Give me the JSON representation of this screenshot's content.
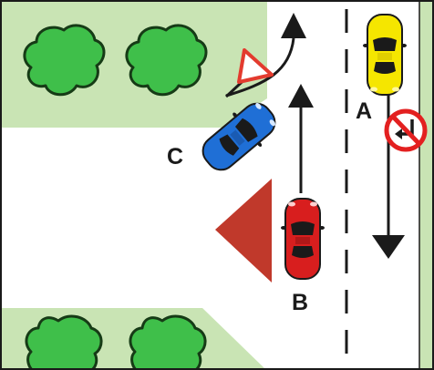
{
  "labels": {
    "car_a": "A",
    "car_b": "B",
    "car_c": "C"
  },
  "cars": {
    "a": {
      "color": "#f5e600",
      "heading": "down"
    },
    "b": {
      "color": "#d81e1e",
      "heading": "up"
    },
    "c": {
      "color": "#1f6fd6",
      "heading": "up-right"
    }
  },
  "signs": {
    "yield_sign": {
      "meaning": "yield",
      "color": "#e33b2e"
    },
    "no_left_turn_sign": {
      "meaning": "no-left-turn",
      "color": "#e32020"
    }
  },
  "colors": {
    "grass": "#c9e4b4",
    "bush": "#3fbf4a",
    "road": "#ffffff",
    "line": "#1a1a1a",
    "warning_triangle": "#c0392b"
  }
}
